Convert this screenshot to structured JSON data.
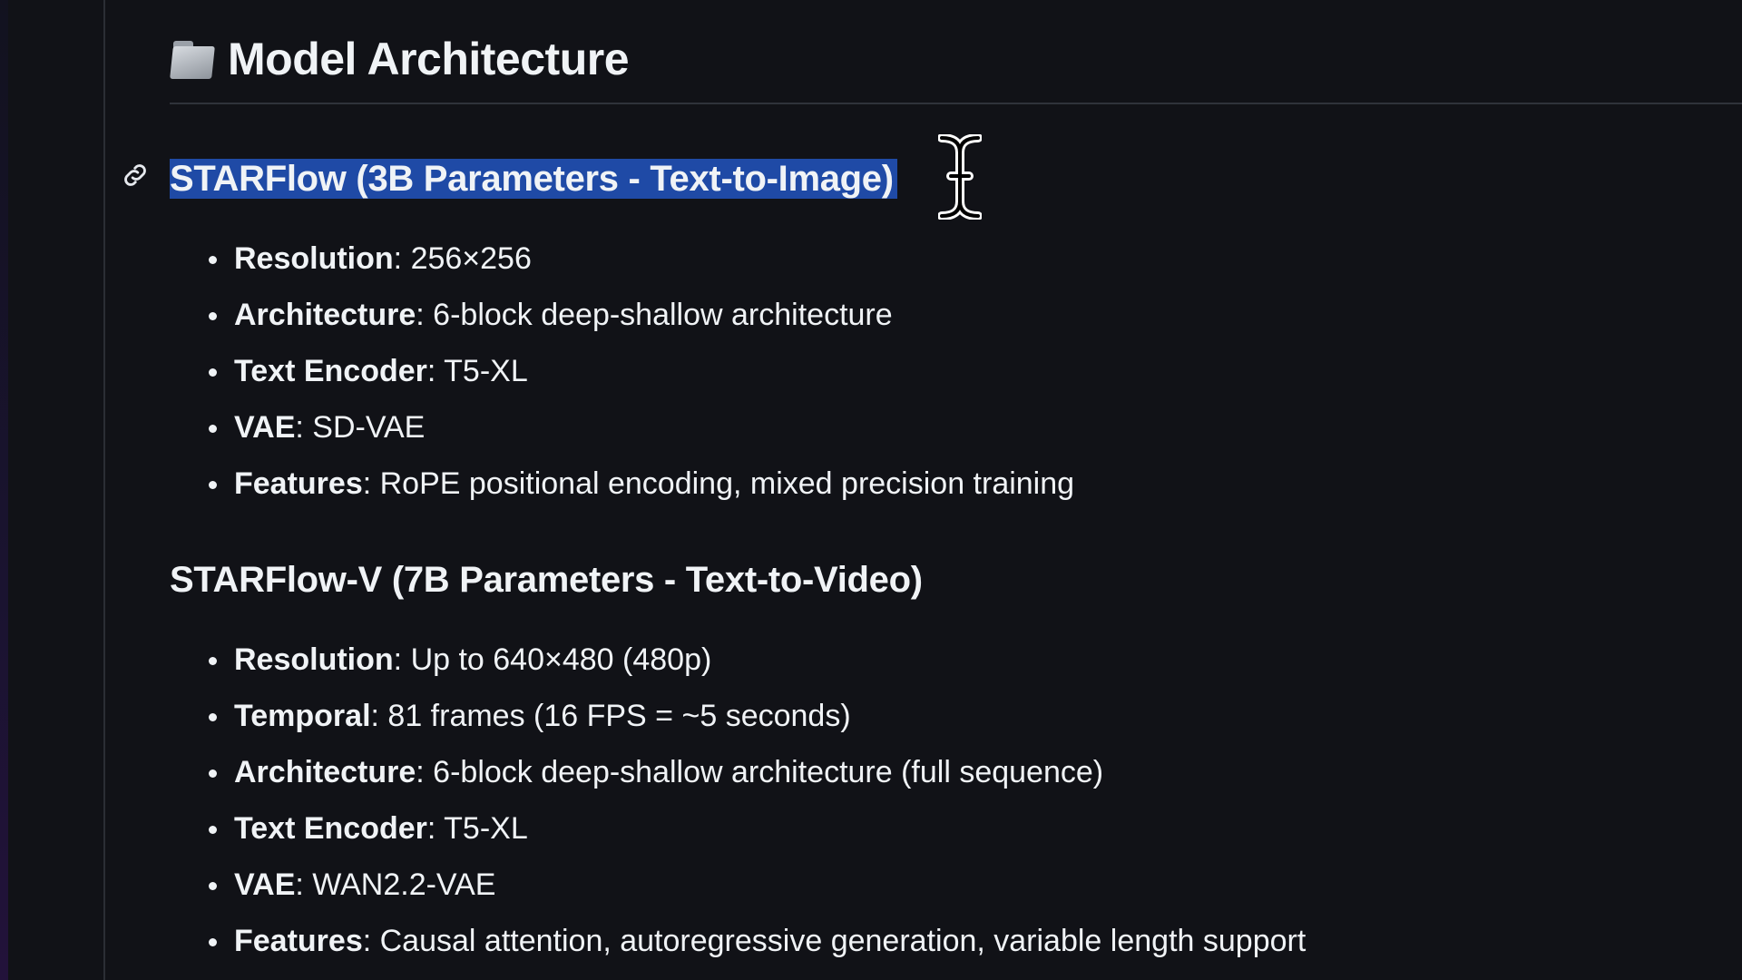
{
  "section": {
    "icon": "folder-icon",
    "title": "Model Architecture"
  },
  "models": [
    {
      "heading": "STARFlow (3B Parameters - Text-to-Image)",
      "selected": true,
      "items": [
        {
          "label": "Resolution",
          "value": ": 256×256"
        },
        {
          "label": "Architecture",
          "value": ": 6-block deep-shallow architecture"
        },
        {
          "label": "Text Encoder",
          "value": ": T5-XL"
        },
        {
          "label": "VAE",
          "value": ": SD-VAE"
        },
        {
          "label": "Features",
          "value": ": RoPE positional encoding, mixed precision training"
        }
      ]
    },
    {
      "heading": "STARFlow-V (7B Parameters - Text-to-Video)",
      "selected": false,
      "items": [
        {
          "label": "Resolution",
          "value": ": Up to 640×480 (480p)"
        },
        {
          "label": "Temporal",
          "value": ": 81 frames (16 FPS = ~5 seconds)"
        },
        {
          "label": "Architecture",
          "value": ": 6-block deep-shallow architecture (full sequence)"
        },
        {
          "label": "Text Encoder",
          "value": ": T5-XL"
        },
        {
          "label": "VAE",
          "value": ": WAN2.2-VAE"
        },
        {
          "label": "Features",
          "value": ": Causal attention, autoregressive generation, variable length support"
        }
      ]
    }
  ],
  "colors": {
    "background": "#111217",
    "text": "#f0f3f6",
    "selection": "#1f4aa6",
    "divider": "#2f333a"
  }
}
